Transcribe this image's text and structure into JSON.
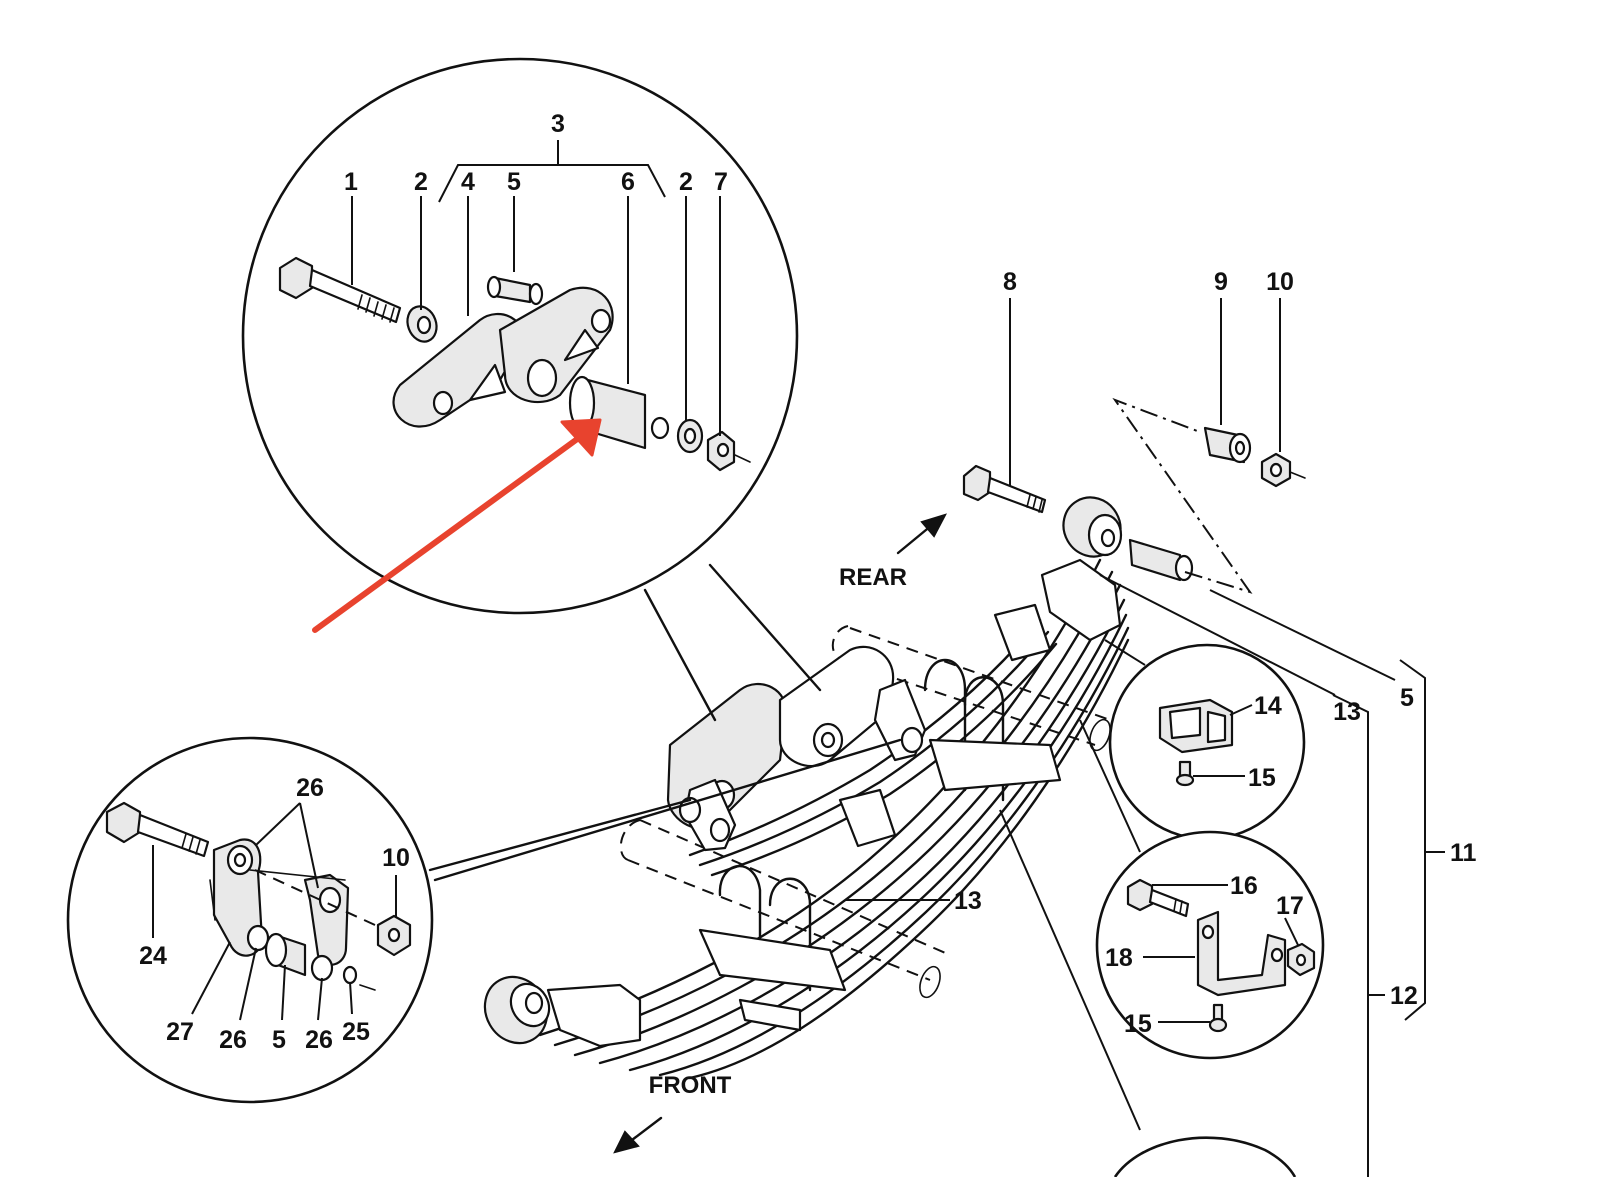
{
  "labels": {
    "l1": "1",
    "l2a": "2",
    "l4": "4",
    "l5a": "5",
    "l6": "6",
    "l2b": "2",
    "l7": "7",
    "l3": "3",
    "l8": "8",
    "l9": "9",
    "l10a": "10",
    "l5b": "5",
    "l13a": "13",
    "l13b": "13",
    "l11": "11",
    "l12": "12",
    "l14": "14",
    "l15a": "15",
    "l16": "16",
    "l17": "17",
    "l18": "18",
    "l15b": "15",
    "l26a": "26",
    "l10b": "10",
    "l24": "24",
    "l27": "27",
    "l26b": "26",
    "l5c": "5",
    "l26c": "26",
    "l25": "25"
  },
  "directions": {
    "rear": "REAR",
    "front": "FRONT"
  },
  "colors": {
    "ink": "#111111",
    "highlight_arrow": "#e8432e",
    "background": "#ffffff"
  }
}
